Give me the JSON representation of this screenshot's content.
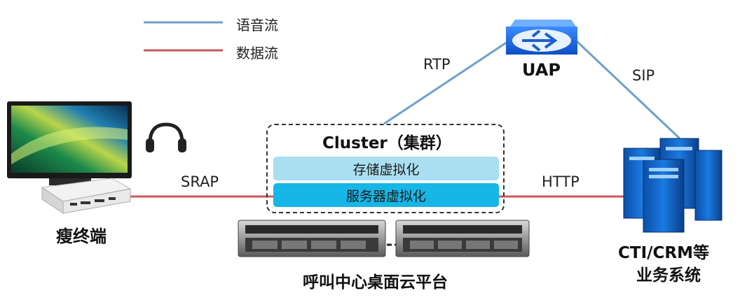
{
  "legend": {
    "voice_label": "语音流",
    "data_label": "数据流",
    "voice_color": "#6f9fcb",
    "data_color": "#c9585c"
  },
  "links": {
    "rtp": "RTP",
    "sip": "SIP",
    "srap": "SRAP",
    "http": "HTTP"
  },
  "nodes": {
    "uap": "UAP",
    "thin_client": "瘦终端",
    "cloud_platform": "呼叫中心桌面云平台",
    "cti_line1": "CTI/CRM等",
    "cti_line2": "业务系统"
  },
  "cluster": {
    "title": "Cluster（集群）",
    "storage_layer": "存储虚拟化",
    "server_layer": "服务器虚拟化"
  },
  "colors": {
    "storage_fill": "#a9dff0",
    "server_fill": "#16b6e6",
    "uap_blue": "#1f6fe0",
    "server_blue": "#0a63c9"
  }
}
